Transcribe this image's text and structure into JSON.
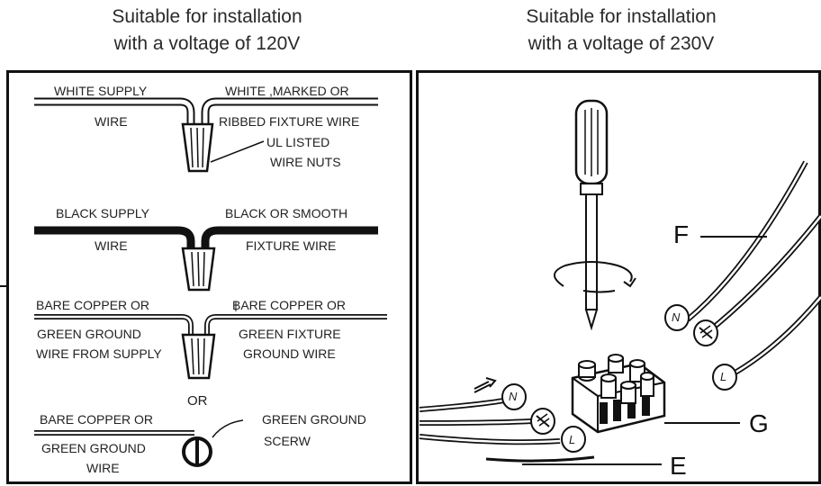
{
  "headings": {
    "left_line1": "Suitable for installation",
    "left_line2": "with a voltage of 120V",
    "right_line1": "Suitable for installation",
    "right_line2": "with a voltage of 230V"
  },
  "left_panel": {
    "white_supply": "WHITE SUPPLY",
    "white_supply_wire": "WIRE",
    "white_fixture_1": "WHITE ,MARKED OR",
    "white_fixture_2": "RIBBED FIXTURE WIRE",
    "ul_listed": "UL LISTED",
    "wire_nuts": "WIRE NUTS",
    "black_supply": "BLACK SUPPLY",
    "black_supply_wire": "WIRE",
    "black_fixture_1": "BLACK OR SMOOTH",
    "black_fixture_2": "FIXTURE WIRE",
    "bare_copper_left": "BARE COPPER OR",
    "green_ground_left": "GREEN GROUND",
    "wire_from_supply": "WIRE FROM SUPPLY",
    "bare_copper_right": "BARE COPPER OR",
    "green_fixture": "GREEN FIXTURE",
    "ground_wire": "GROUND WIRE",
    "or": "OR",
    "bare_copper_bottom": "BARE COPPER OR",
    "green_ground_bottom": "GREEN GROUND",
    "wire_bottom": "WIRE",
    "green_ground_screw_1": "GREEN GROUND",
    "green_ground_screw_2": "SCERW"
  },
  "right_panel": {
    "label_f": "F",
    "label_g": "G",
    "label_e": "E",
    "symbol_n": "N",
    "symbol_l": "L"
  }
}
